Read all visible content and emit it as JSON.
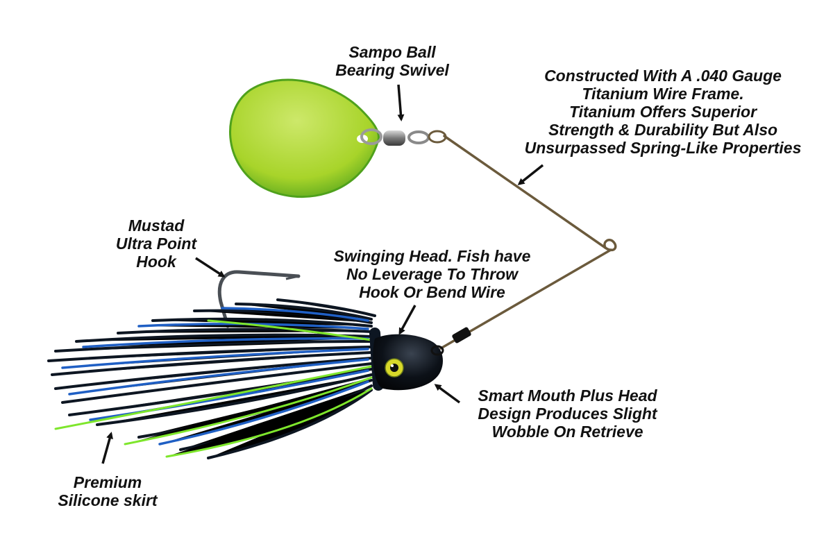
{
  "labels": {
    "swivel": [
      "Sampo Ball",
      "Bearing Swivel"
    ],
    "frame": [
      "Constructed With A .040 Gauge",
      "Titanium Wire Frame.",
      "Titanium Offers Superior",
      "Strength & Durability But Also",
      "Unsurpassed Spring-Like Properties"
    ],
    "hook": [
      "Mustad",
      "Ultra Point",
      "Hook"
    ],
    "head": [
      "Swinging Head. Fish have",
      "No Leverage To Throw",
      "Hook Or Bend Wire"
    ],
    "mouth": [
      "Smart Mouth Plus Head",
      "Design Produces Slight",
      "Wobble On Retrieve"
    ],
    "skirt": [
      "Premium",
      "Silicone skirt"
    ]
  },
  "colors": {
    "blade": "#a8d42a",
    "blade_edge": "#4fa11c",
    "skirt_black": "#0d1622",
    "skirt_blue": "#1f5fc4",
    "skirt_green": "#7ee62c",
    "head": "#0c1118",
    "wire": "#6b5a3c",
    "arrow": "#111111"
  },
  "icons": [
    "arrow-icon"
  ]
}
